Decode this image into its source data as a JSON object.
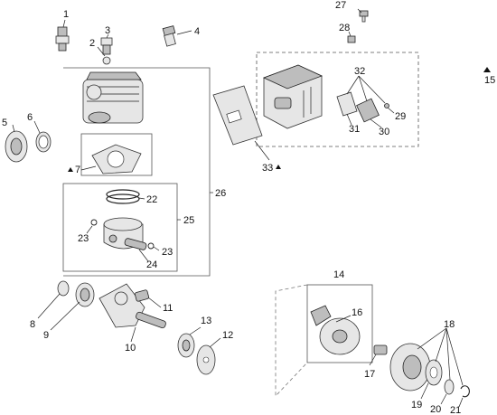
{
  "callouts": {
    "n1": "1",
    "n2": "2",
    "n3": "3",
    "n4": "4",
    "n5": "5",
    "n6": "6",
    "n7": "7",
    "n8": "8",
    "n9": "9",
    "n10": "10",
    "n11": "11",
    "n12": "12",
    "n13": "13",
    "n14": "14",
    "n15": "15",
    "n16": "16",
    "n17": "17",
    "n18": "18",
    "n19": "19",
    "n20": "20",
    "n21": "21",
    "n22": "22",
    "n23a": "23",
    "n23b": "23",
    "n24": "24",
    "n25": "25",
    "n26": "26",
    "n27": "27",
    "n28": "28",
    "n29": "29",
    "n30": "30",
    "n31": "31",
    "n32": "32",
    "n33": "33"
  },
  "marker_symbol": "▲"
}
